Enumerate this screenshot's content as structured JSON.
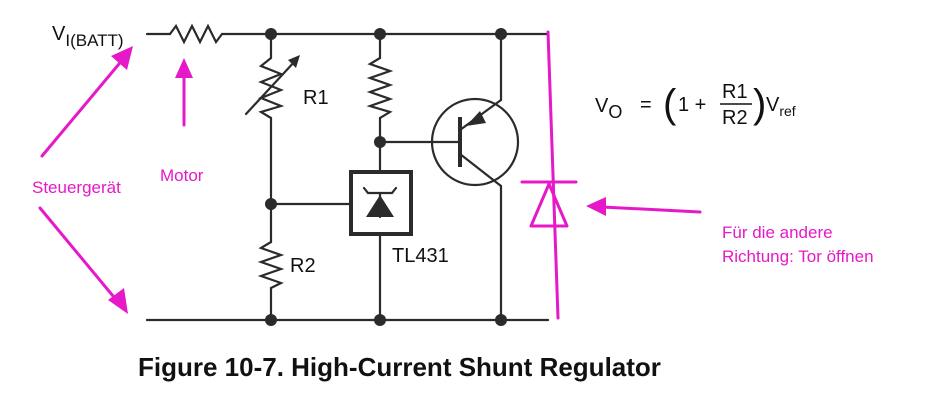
{
  "colors": {
    "wire": "#2b2b2b",
    "annotation": "#e619c8",
    "background": "#ffffff"
  },
  "circuit": {
    "vin_label": "V",
    "vin_sub": "I(BATT)",
    "r1_label": "R1",
    "r2_label": "R2",
    "ic_label": "TL431"
  },
  "formula": {
    "v": "V",
    "o_sub": "O",
    "equals": "=",
    "one_plus": "1 +",
    "num": "R1",
    "den": "R2",
    "vref": "V",
    "ref_sub": "ref"
  },
  "annotations": {
    "steuergeraet": "Steuergerät",
    "motor": "Motor",
    "note_line1": "Für die andere",
    "note_line2": "Richtung: Tor öffnen"
  },
  "caption": "Figure 10-7. High-Current Shunt Regulator"
}
